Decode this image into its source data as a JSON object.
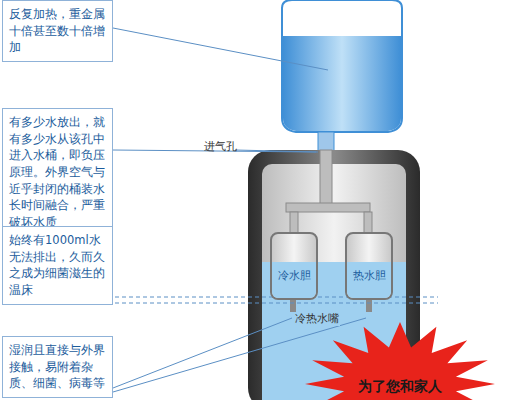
{
  "diagram": {
    "nodes": [
      {
        "text": [
          "反复加热，重金属十倍甚至数十倍增加"
        ]
      },
      {
        "text": [
          "有多少水放出，就有多少水从该孔中进入水桶，即负压原理。外界空气与近乎封闭的桶装水长时间融合，严重破坏水质"
        ]
      },
      {
        "text": [
          "始终有1000ml水无法排出，久而久之成为细菌滋生的温床"
        ]
      },
      {
        "text": [
          "湿润且直接与外界接触，易附着杂质、细菌、病毒等"
        ]
      },
      {
        "text": [
          "冷水胆"
        ]
      },
      {
        "text": [
          "热水胆"
        ]
      },
      {
        "text": [
          "为了您和家人"
        ]
      }
    ],
    "labels": [
      "进气孔",
      "冷热水嘴"
    ]
  }
}
